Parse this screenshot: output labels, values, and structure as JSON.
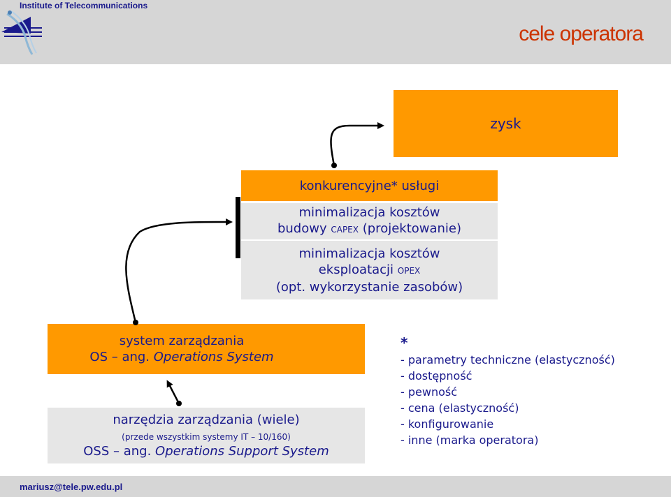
{
  "header": {
    "institute": "Institute of Telecommunications",
    "title": "cele operatora"
  },
  "profit_box": {
    "label": "zysk"
  },
  "services_box": {
    "label": "konkurencyjne* usługi"
  },
  "capex_box": {
    "line1": "minimalizacja kosztów",
    "line2_main": "budowy",
    "line2_small": "CAPEX",
    "line2_end": "(projektowanie)"
  },
  "opex_box": {
    "line1": "minimalizacja kosztów",
    "line2_main": "eksploatacji",
    "line2_small": "OPEX",
    "line3": "(opt. wykorzystanie zasobów)"
  },
  "os_box": {
    "line1": "system zarządzania",
    "prefix": "OS – ang.",
    "italic": "Operations System"
  },
  "oss_box": {
    "line1": "narzędzia zarządzania (wiele)",
    "note": "(przede wszystkim systemy IT – 10/160)",
    "prefix": "OSS – ang.",
    "italic": "Operations Support System"
  },
  "footnote": {
    "star": "*",
    "items": [
      "- parametry techniczne (elastyczność)",
      "- dostępność",
      "- pewność",
      "- cena (elastyczność)",
      "- konfigurowanie",
      "- inne (marka operatora)"
    ]
  },
  "footer": {
    "email": "mariusz@tele.pw.edu.pl"
  },
  "colors": {
    "accent_box": "#ff9900",
    "grey_box": "#e6e6e6",
    "text": "#1a1a8c",
    "title": "#cc3300",
    "band": "#d6d6d6"
  }
}
